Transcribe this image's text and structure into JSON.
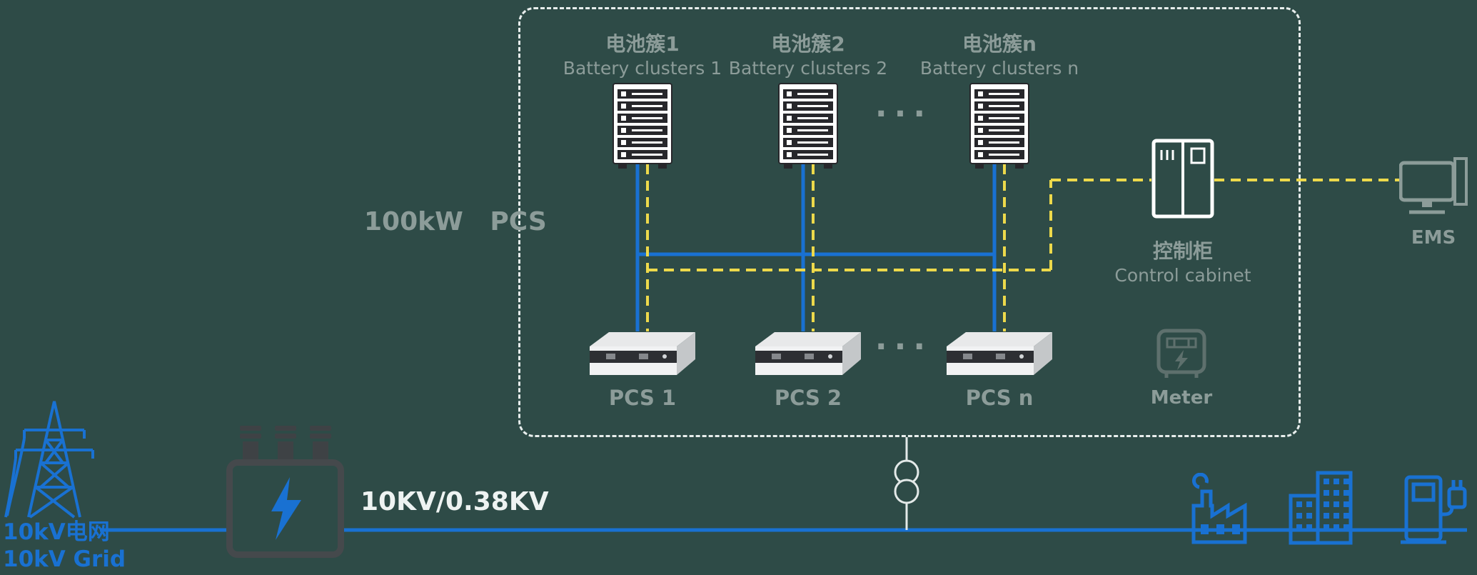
{
  "colors": {
    "background": "#2E4B47",
    "power_line_blue": "#1971D2",
    "comm_line_yellow": "#EDD94B",
    "label_gray": "#8C9C99",
    "white": "#FFFFFF"
  },
  "pcs_group": {
    "label": "100kW   PCS",
    "ellipsis": "···",
    "battery_clusters": [
      {
        "label_cn": "电池簇1",
        "label_en": "Battery clusters 1"
      },
      {
        "label_cn": "电池簇2",
        "label_en": "Battery clusters 2"
      },
      {
        "label_cn": "电池簇n",
        "label_en": "Battery clusters n"
      }
    ],
    "pcs_units": [
      {
        "label": "PCS 1"
      },
      {
        "label": "PCS 2"
      },
      {
        "label": "PCS n"
      }
    ]
  },
  "control_cabinet": {
    "label_cn": "控制柜",
    "label_en": "Control cabinet"
  },
  "ems": {
    "label": "EMS"
  },
  "meter": {
    "label": "Meter"
  },
  "grid": {
    "label_cn": "10kV电网",
    "label_en": "10kV Grid"
  },
  "transformer": {
    "label": "10KV/0.38KV"
  }
}
